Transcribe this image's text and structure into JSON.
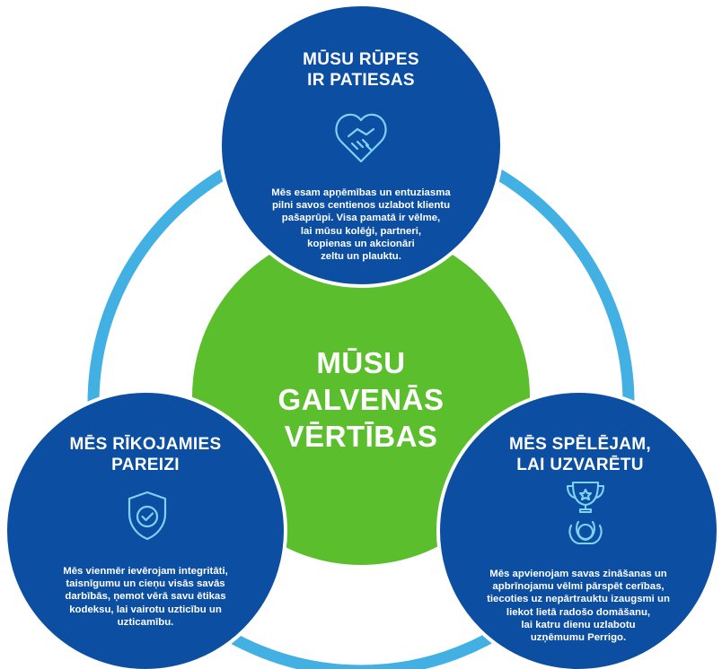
{
  "colors": {
    "ring": "#42B0E3",
    "center": "#5BBE2C",
    "blue": "#0B4EA2",
    "white": "#FFFFFF"
  },
  "center": {
    "title": "MŪSU\nGALVENĀS\nVĒRTĪBAS"
  },
  "values": [
    {
      "title": "MŪSU RŪPES\nIR PATIESAS",
      "icon": "heart-handshake-icon",
      "text": "Mēs esam apņēmības un entuziasma\npilni savos centienos uzlabot klientu\npašaprūpi. Visa pamatā ir vēlme,\nlai mūsu kolēģi, partneri,\nkopienas un akcionāri\nzeltu un plauktu."
    },
    {
      "title": "MĒS RĪKOJAMIES\nPAREIZI",
      "icon": "shield-check-icon",
      "text": "Mēs vienmēr ievērojam integritāti,\ntaisnīgumu un cieņu visās savās\ndarbībās, ņemot vērā savu ētikas\nkodeksu, lai vairotu uzticību un\nuzticamību."
    },
    {
      "title": "MĒS SPĒLĒJAM,\nLAI UZVARĒTU",
      "icon": "trophy-icon",
      "text": "Mēs apvienojam savas zināšanas un\napbrīnojamu vēlmi pārspēt cerības,\ntiecoties uz nepārtrauktu izaugsmi un\nliekot lietā radošo domāšanu,\nlai katru dienu uzlabotu\nuzņēmumu Perrigo."
    }
  ]
}
